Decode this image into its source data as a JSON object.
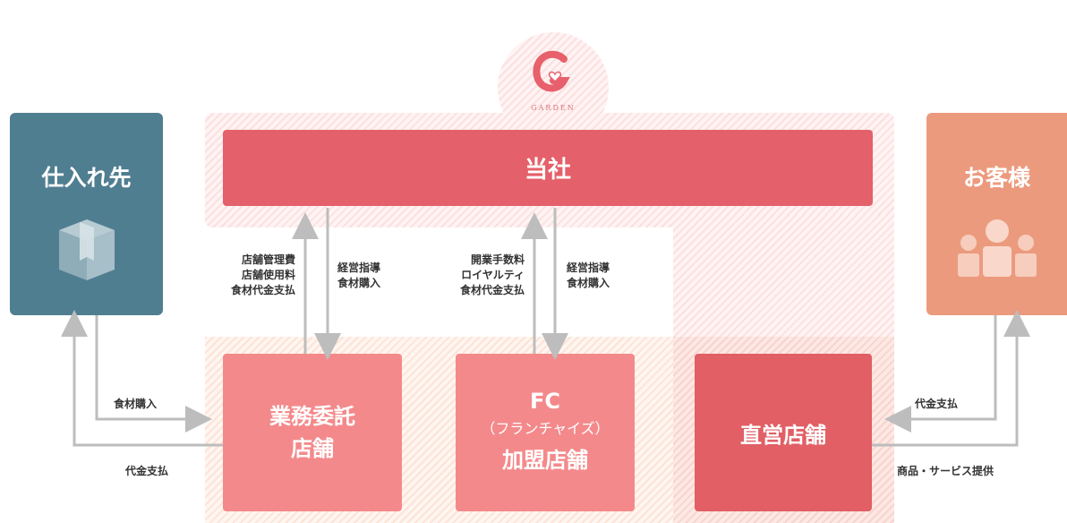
{
  "logo": {
    "brand": "GARDEN"
  },
  "company": {
    "label": "当社"
  },
  "supplier": {
    "label": "仕入れ先",
    "icon": "box-icon"
  },
  "customer": {
    "label": "お客様",
    "icon": "people-icon"
  },
  "stores": {
    "consignment": {
      "line1": "業務委託",
      "line2": "店舗"
    },
    "franchise": {
      "line1": "FC",
      "line2": "（フランチャイズ）",
      "line3": "加盟店舗"
    },
    "direct": {
      "label": "直営店舗"
    }
  },
  "flows": {
    "consign_up": [
      "店舗管理費",
      "店舗使用料",
      "食材代金支払"
    ],
    "consign_down": [
      "経営指導",
      "食材購入"
    ],
    "fc_up": [
      "開業手数料",
      "ロイヤルティ",
      "食材代金支払"
    ],
    "fc_down": [
      "経営指導",
      "食材購入"
    ],
    "supplier_in": "食材購入",
    "supplier_pay": "代金支払",
    "customer_pay": "代金支払",
    "customer_service": "商品・サービス提供"
  },
  "colors": {
    "company": "#e4606a",
    "supplier": "#507e91",
    "customer": "#ec9a7e",
    "consignment": "#f4898b",
    "franchise": "#f4898b",
    "direct": "#e15f65",
    "arrow": "#bdbdbd"
  }
}
